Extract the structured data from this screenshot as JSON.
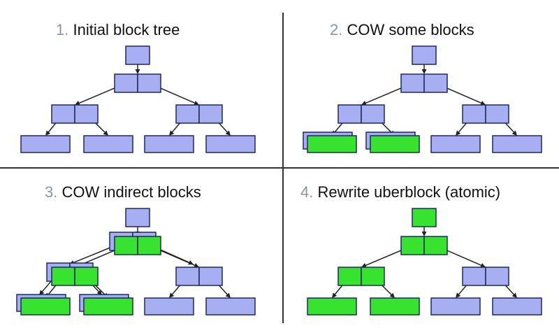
{
  "colors": {
    "blue_fill": "#a7aef1",
    "green_fill": "#37e32f",
    "stroke": "#1c2a5a",
    "edge": "#222222",
    "divider": "#333333",
    "number": "#8797a6"
  },
  "panels": [
    {
      "id": "p1",
      "number": "1.",
      "title": "Initial block tree",
      "levels": {
        "root": [
          "blue"
        ],
        "mid": [
          [
            "blue",
            "blue"
          ]
        ],
        "indirect": [
          [
            "blue",
            "blue"
          ],
          [
            "blue",
            "blue"
          ]
        ],
        "leaves": [
          "blue",
          "blue",
          "blue",
          "blue"
        ]
      },
      "shadow_leaves": [
        false,
        false,
        false,
        false
      ],
      "shadow_indirect": [
        false,
        false
      ],
      "shadow_mid": false,
      "shadow_root": false,
      "edges_double": false
    },
    {
      "id": "p2",
      "number": "2.",
      "title": "COW some blocks",
      "levels": {
        "root": [
          "blue"
        ],
        "mid": [
          [
            "blue",
            "blue"
          ]
        ],
        "indirect": [
          [
            "blue",
            "blue"
          ],
          [
            "blue",
            "blue"
          ]
        ],
        "leaves": [
          "green",
          "green",
          "blue",
          "blue"
        ]
      },
      "shadow_leaves": [
        true,
        true,
        false,
        false
      ],
      "shadow_indirect": [
        false,
        false
      ],
      "shadow_mid": false,
      "shadow_root": false,
      "edges_double": false
    },
    {
      "id": "p3",
      "number": "3.",
      "title": "COW indirect blocks",
      "levels": {
        "root": [
          "blue"
        ],
        "mid": [
          [
            "green",
            "green"
          ]
        ],
        "indirect": [
          [
            "green",
            "green"
          ],
          [
            "blue",
            "blue"
          ]
        ],
        "leaves": [
          "green",
          "green",
          "blue",
          "blue"
        ]
      },
      "shadow_leaves": [
        true,
        true,
        false,
        false
      ],
      "shadow_indirect": [
        true,
        false
      ],
      "shadow_mid": true,
      "shadow_root": false,
      "edges_double": true
    },
    {
      "id": "p4",
      "number": "4.",
      "title": "Rewrite uberblock (atomic)",
      "levels": {
        "root": [
          "green"
        ],
        "mid": [
          [
            "green",
            "green"
          ]
        ],
        "indirect": [
          [
            "green",
            "green"
          ],
          [
            "blue",
            "blue"
          ]
        ],
        "leaves": [
          "green",
          "green",
          "blue",
          "blue"
        ]
      },
      "shadow_leaves": [
        false,
        false,
        false,
        false
      ],
      "shadow_indirect": [
        false,
        false
      ],
      "shadow_mid": false,
      "shadow_root": false,
      "edges_double": false
    }
  ]
}
